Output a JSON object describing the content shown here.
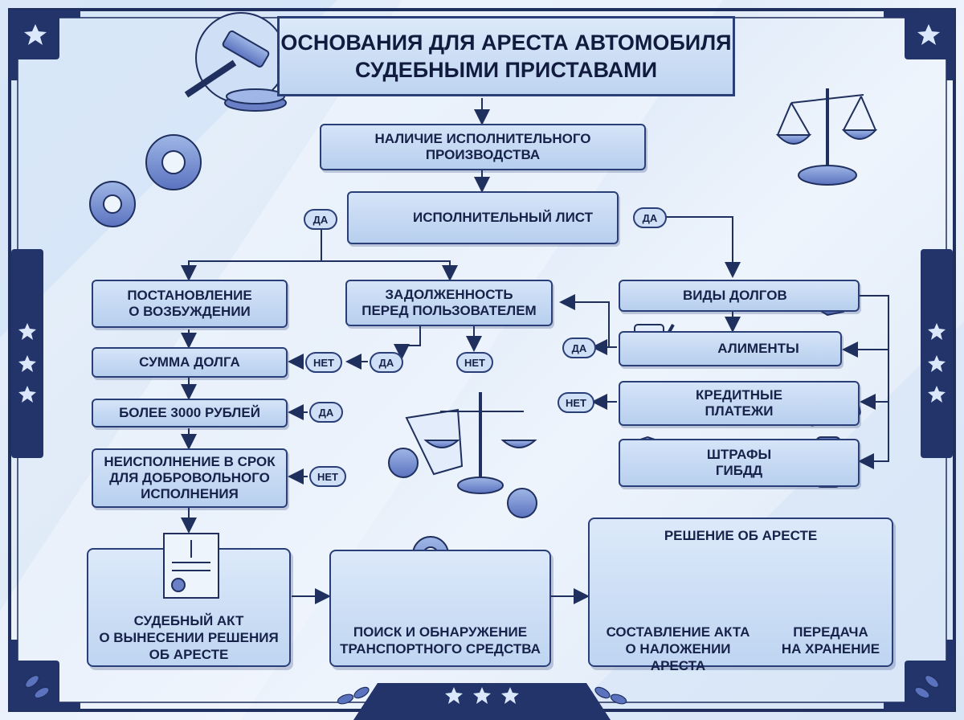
{
  "title": "ОСНОВАНИЯ ДЛЯ АРЕСТА АВТОМОБИЛЯ\nСУДЕБНЫМИ ПРИСТАВАМИ",
  "nodes": {
    "proceeding": "НАЛИЧИЕ ИСПОЛНИТЕЛЬНОГО\nПРОИЗВОДСТВА",
    "writ": "ИСПОЛНИТЕЛЬНЫЙ ЛИСТ",
    "resolution": "ПОСТАНОВЛЕНИЕ\nО ВОЗБУЖДЕНИИ",
    "debt_to_user": "ЗАДОЛЖЕННОСТЬ\nПЕРЕД ПОЛЬЗОВАТЕЛЕМ",
    "debt_amount": "СУММА ДОЛГА",
    "over_3000": "БОЛЕЕ 3000 РУБЛЕЙ",
    "non_fulfillment": "НЕИСПОЛНЕНИЕ В СРОК\nДЛЯ ДОБРОВОЛЬНОГО\nИСПОЛНЕНИЯ",
    "debt_types": "ВИДЫ ДОЛГОВ",
    "alimony": "АЛИМЕНТЫ",
    "credit": "КРЕДИТНЫЕ\nПЛАТЕЖИ",
    "fines": "ШТРАФЫ\nГИБДД",
    "court_act": "СУДЕБНЫЙ АКТ\nО ВЫНЕСЕНИИ РЕШЕНИЯ\nОБ АРЕСТЕ",
    "search": "ПОИСК И ОБНАРУЖЕНИЕ\nТРАНСПОРТНОГО СРЕДСТВА",
    "arrest_decision": "РЕШЕНИЕ ОБ АРЕСТЕ",
    "arrest_act": "СОСТАВЛЕНИЕ АКТА\nО НАЛОЖЕНИИ АРЕСТА",
    "storage": "ПЕРЕДАЧА\nНА ХРАНЕНИЕ"
  },
  "labels": {
    "yes": "ДА",
    "no": "НЕТ"
  },
  "icons": [
    "gavel-icon",
    "scales-icon",
    "gears-icon",
    "folder-icon",
    "handshake-icon",
    "scroll-pen-icon",
    "bank-icon",
    "credit-card-icon",
    "police-badge-icon",
    "traffic-light-icon",
    "certificate-icon",
    "map-pin-icon",
    "car-icon",
    "clamp-icon",
    "star-icon",
    "laurel-icon"
  ],
  "colors": {
    "navy": "#2a3f78",
    "box_fill": "#c9dcf4",
    "text": "#17224a",
    "frame": "#1f2f5e"
  }
}
